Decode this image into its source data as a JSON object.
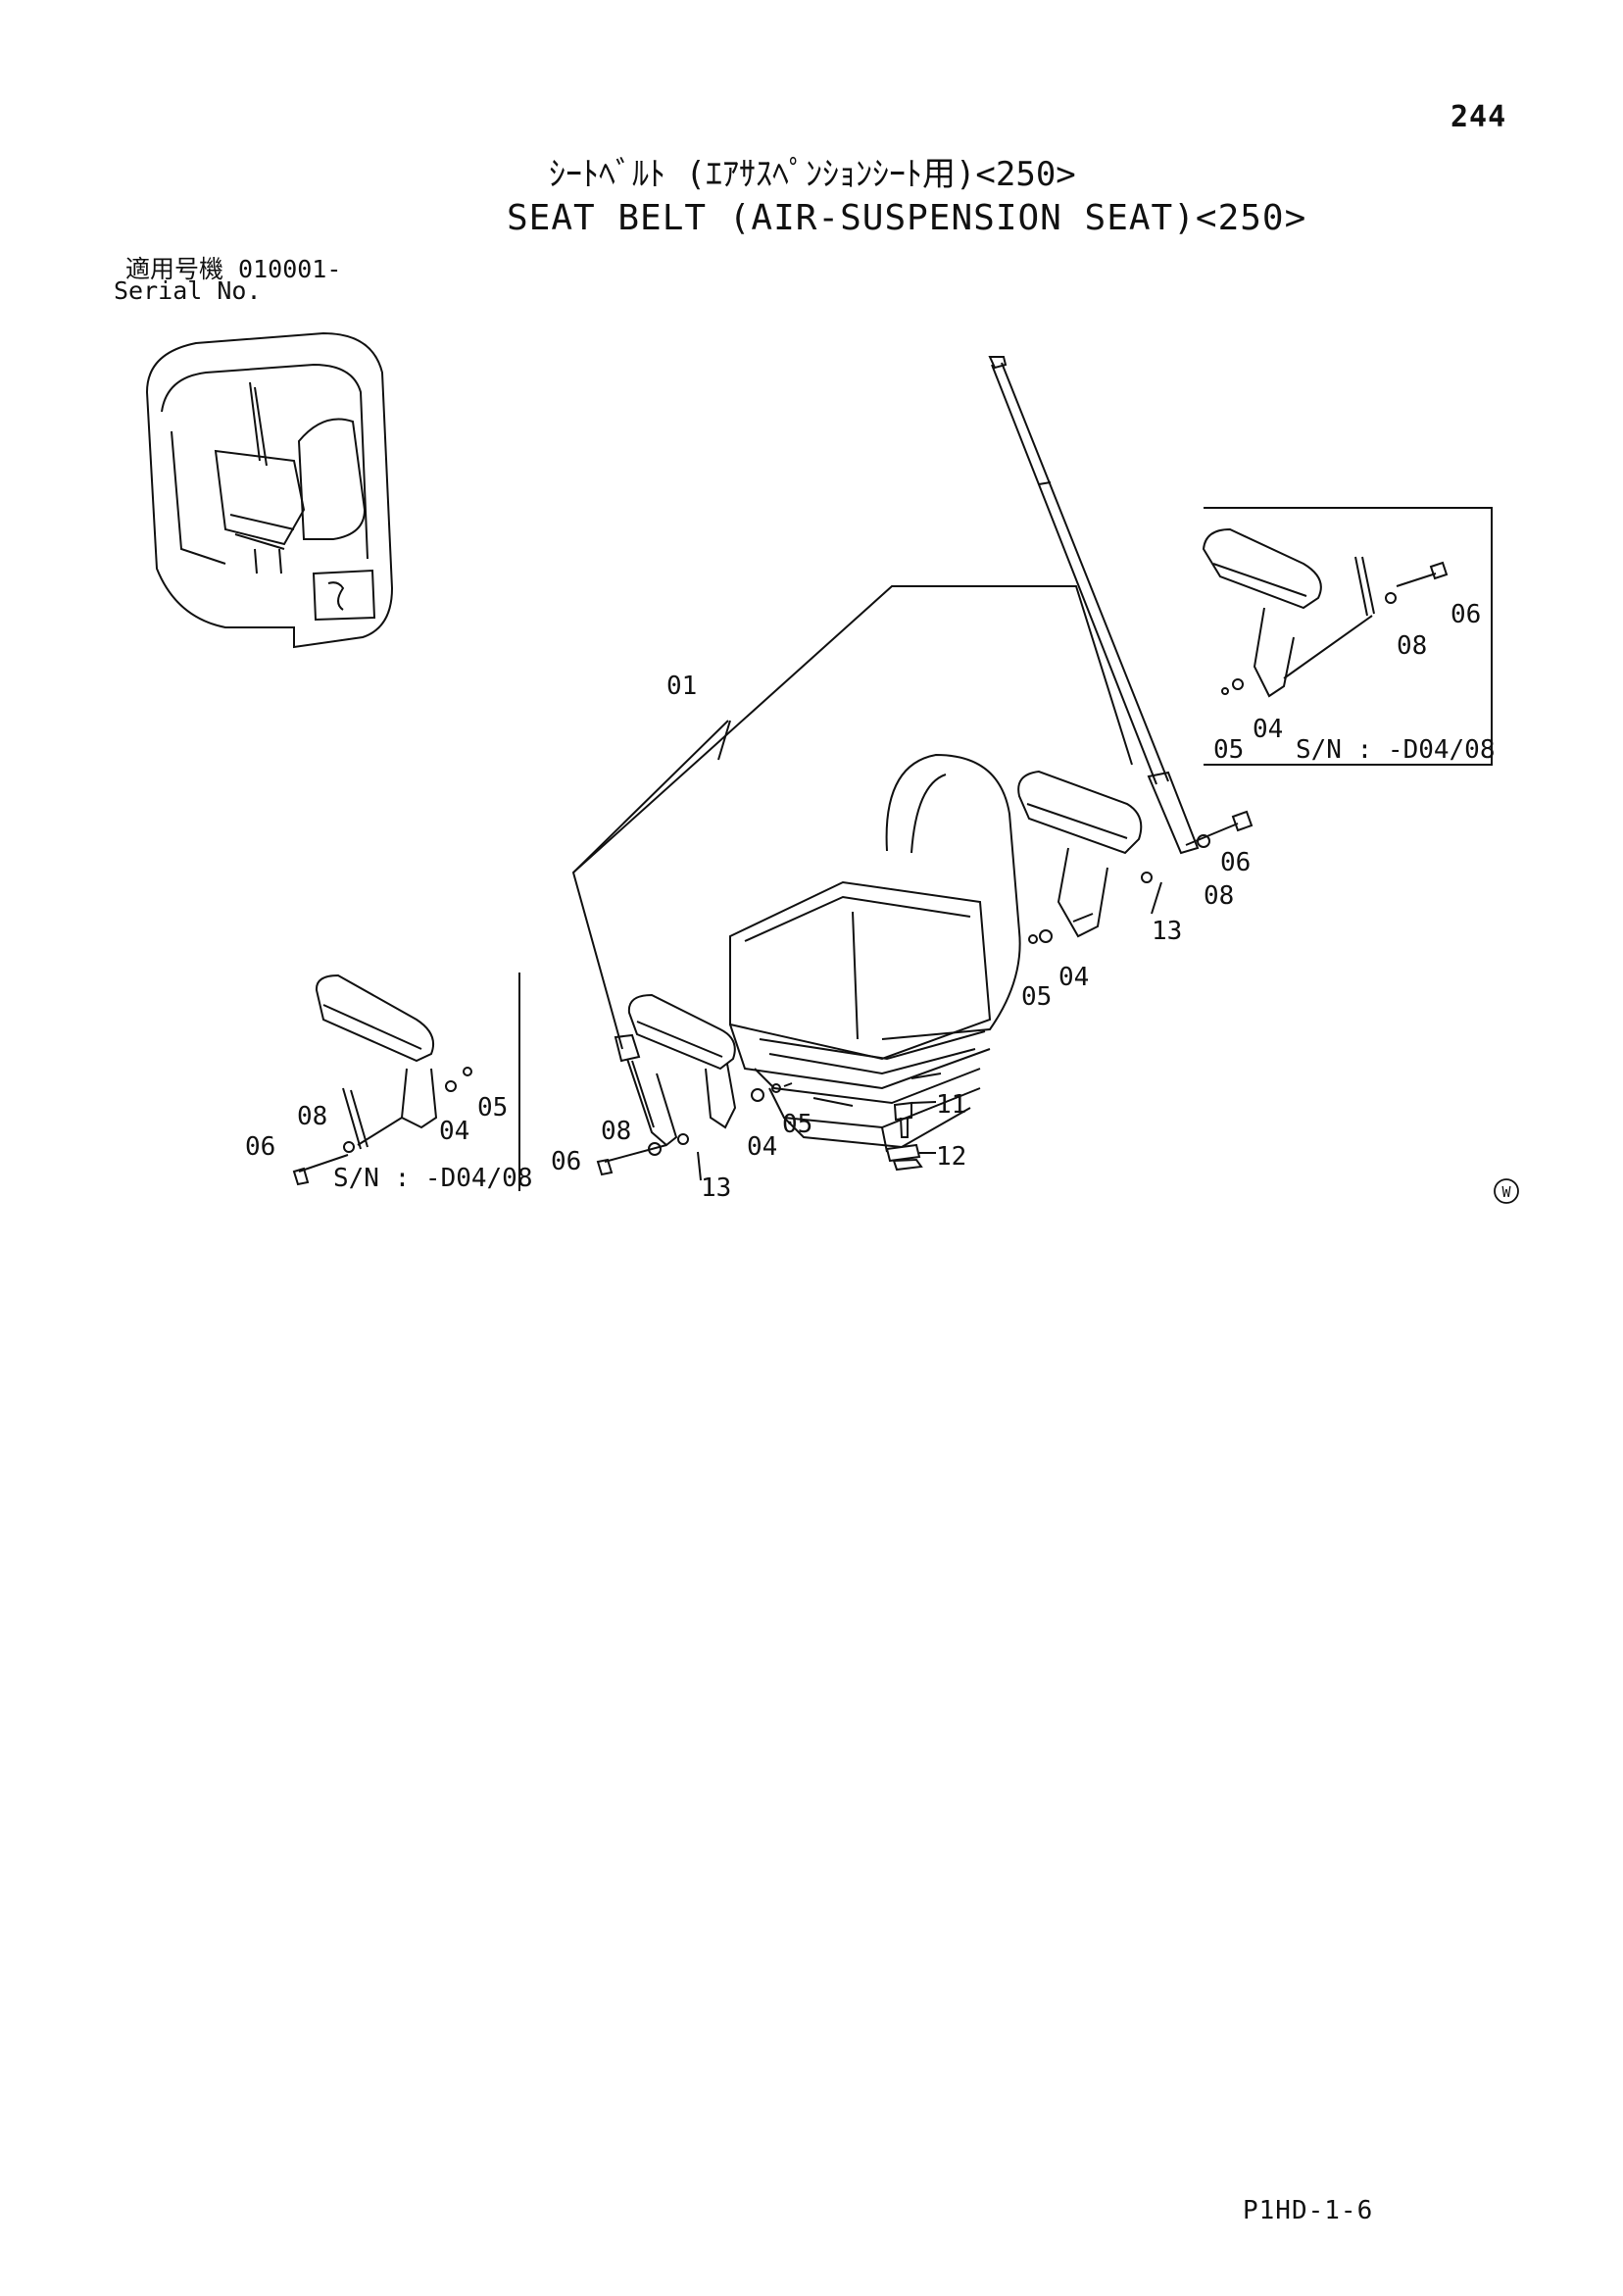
{
  "header": {
    "page_number": "244",
    "title_ja": "ｼｰﾄﾍﾞﾙﾄ (ｴｱｻｽﾍﾟﾝｼｮﾝｼｰﾄ用)<250>",
    "title_en": "SEAT BELT (AIR-SUSPENSION SEAT)<250>",
    "serial_ja": "適用号機  010001-",
    "serial_en": "Serial No."
  },
  "callouts": {
    "main_01": "01",
    "main_right_06": "06",
    "main_right_08": "08",
    "main_right_13": "13",
    "main_right_04": "04",
    "main_right_05": "05",
    "main_11": "11",
    "main_12": "12",
    "main_left_05": "05",
    "main_left_04": "04",
    "main_left_08": "08",
    "main_left_06": "06",
    "main_left_13": "13",
    "inset_right_06": "06",
    "inset_right_08": "08",
    "inset_right_05": "05",
    "inset_right_04": "04",
    "inset_right_sn": "S/N : -D04/08",
    "inset_left_08": "08",
    "inset_left_06": "06",
    "inset_left_04": "04",
    "inset_left_05": "05",
    "inset_left_sn": "S/N : -D04/08",
    "symbol_w": "W"
  },
  "footer": {
    "code": "P1HD-1-6"
  }
}
